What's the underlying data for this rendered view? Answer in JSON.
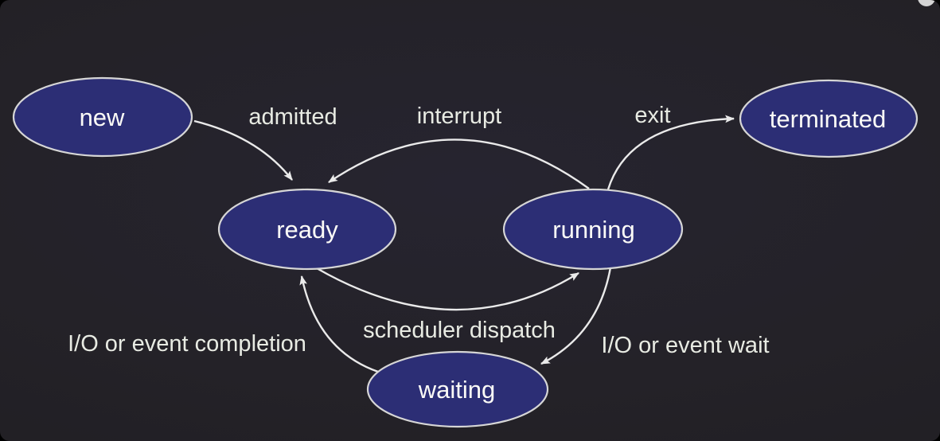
{
  "diagram": {
    "name": "process-state-diagram",
    "states": [
      {
        "id": "new",
        "label": "new"
      },
      {
        "id": "ready",
        "label": "ready"
      },
      {
        "id": "running",
        "label": "running"
      },
      {
        "id": "terminated",
        "label": "terminated"
      },
      {
        "id": "waiting",
        "label": "waiting"
      }
    ],
    "transitions": [
      {
        "from": "new",
        "to": "ready",
        "label": "admitted"
      },
      {
        "from": "running",
        "to": "ready",
        "label": "interrupt"
      },
      {
        "from": "running",
        "to": "terminated",
        "label": "exit"
      },
      {
        "from": "ready",
        "to": "running",
        "label": "scheduler dispatch"
      },
      {
        "from": "running",
        "to": "waiting",
        "label": "I/O or event wait"
      },
      {
        "from": "waiting",
        "to": "ready",
        "label": "I/O or event completion"
      }
    ]
  },
  "colors": {
    "background": "#242228",
    "state_fill": "#2c2e75",
    "state_stroke": "#d6d6d6",
    "state_text": "#fcfbf7",
    "transition_text": "#e8ebe3",
    "arrow": "#eaeaea",
    "corner_dot": "#d4d4d4"
  }
}
